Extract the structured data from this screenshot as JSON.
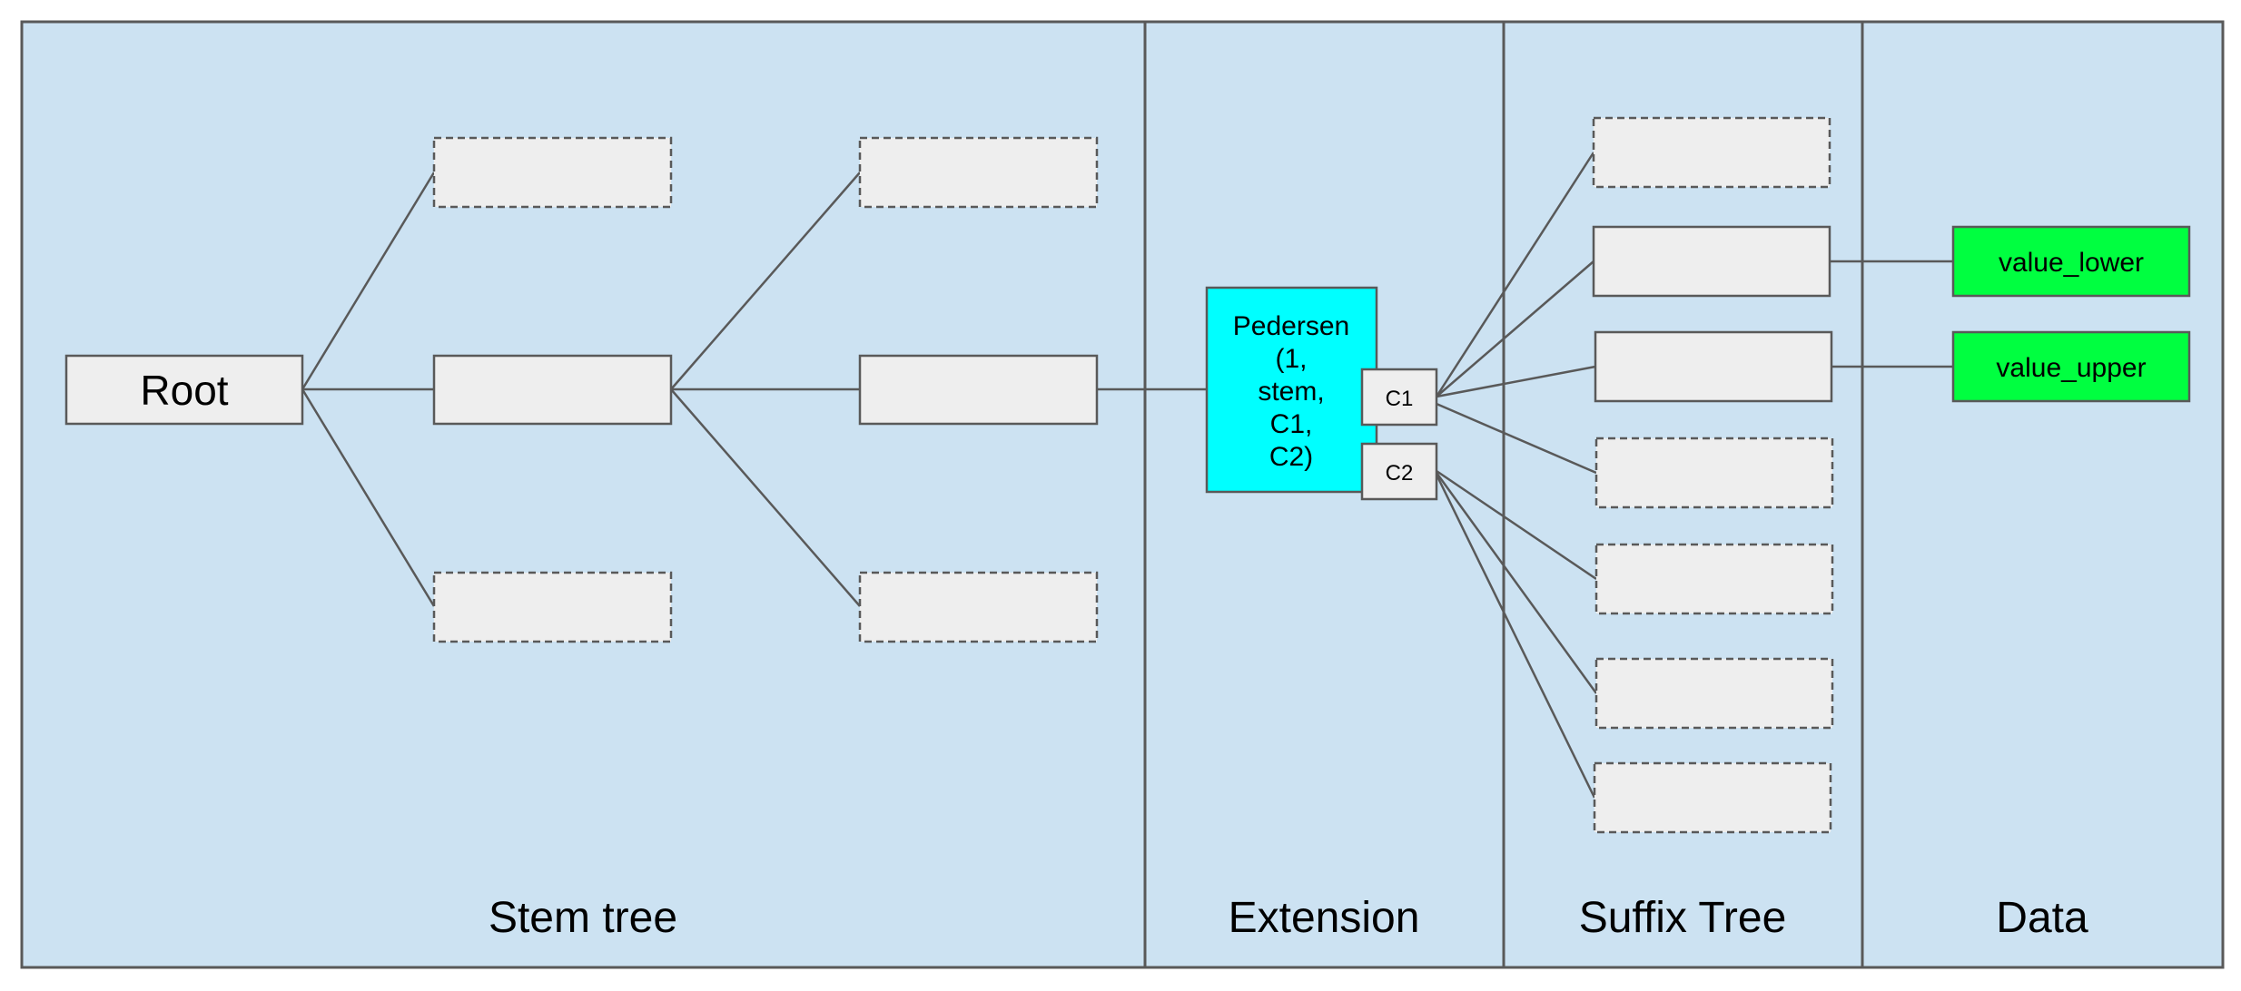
{
  "colors": {
    "background": "#cce2f2",
    "border": "#595959",
    "node_fill": "#eeeeee",
    "extension_fill": "#00ffff",
    "data_fill": "#00ff40"
  },
  "sections": {
    "stem": "Stem tree",
    "extension": "Extension",
    "suffix": "Suffix Tree",
    "data": "Data"
  },
  "root": {
    "label": "Root"
  },
  "extension": {
    "pedersen_lines": [
      "Pedersen",
      "(1,",
      "stem,",
      "C1,",
      "C2)"
    ],
    "c1": "C1",
    "c2": "C2"
  },
  "data": {
    "lower": "value_lower",
    "upper": "value_upper"
  }
}
